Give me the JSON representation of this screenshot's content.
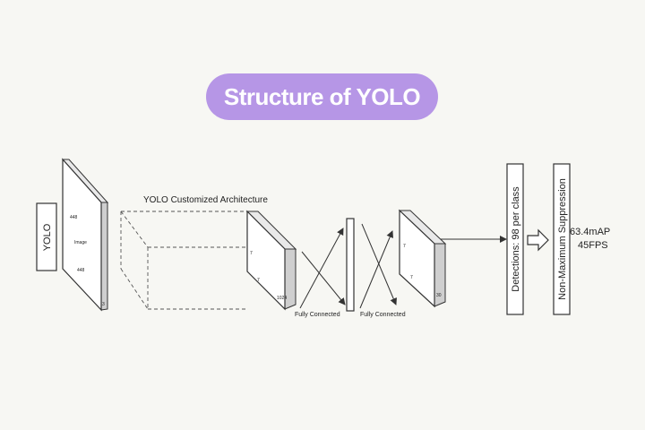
{
  "title": "Structure of YOLO",
  "input_label": "YOLO",
  "image_block": {
    "top": "448",
    "center": "Image",
    "bottom": "448",
    "depth": "3"
  },
  "architecture_label": "YOLO Customized Architecture",
  "block1": {
    "a": "7",
    "b": "7",
    "c": "1024"
  },
  "fc1_label": "Fully Connected",
  "fc2_label": "Fully Connected",
  "block2": {
    "a": "7",
    "b": "7",
    "c": "30"
  },
  "detections_label": "Detections: 98 per class",
  "nms_label": "Non-Maximum Suppression",
  "metrics": {
    "map": "63.4mAP",
    "fps": "45FPS"
  },
  "colors": {
    "accent": "#b696e6",
    "background": "#f7f7f3",
    "line": "#333333"
  }
}
